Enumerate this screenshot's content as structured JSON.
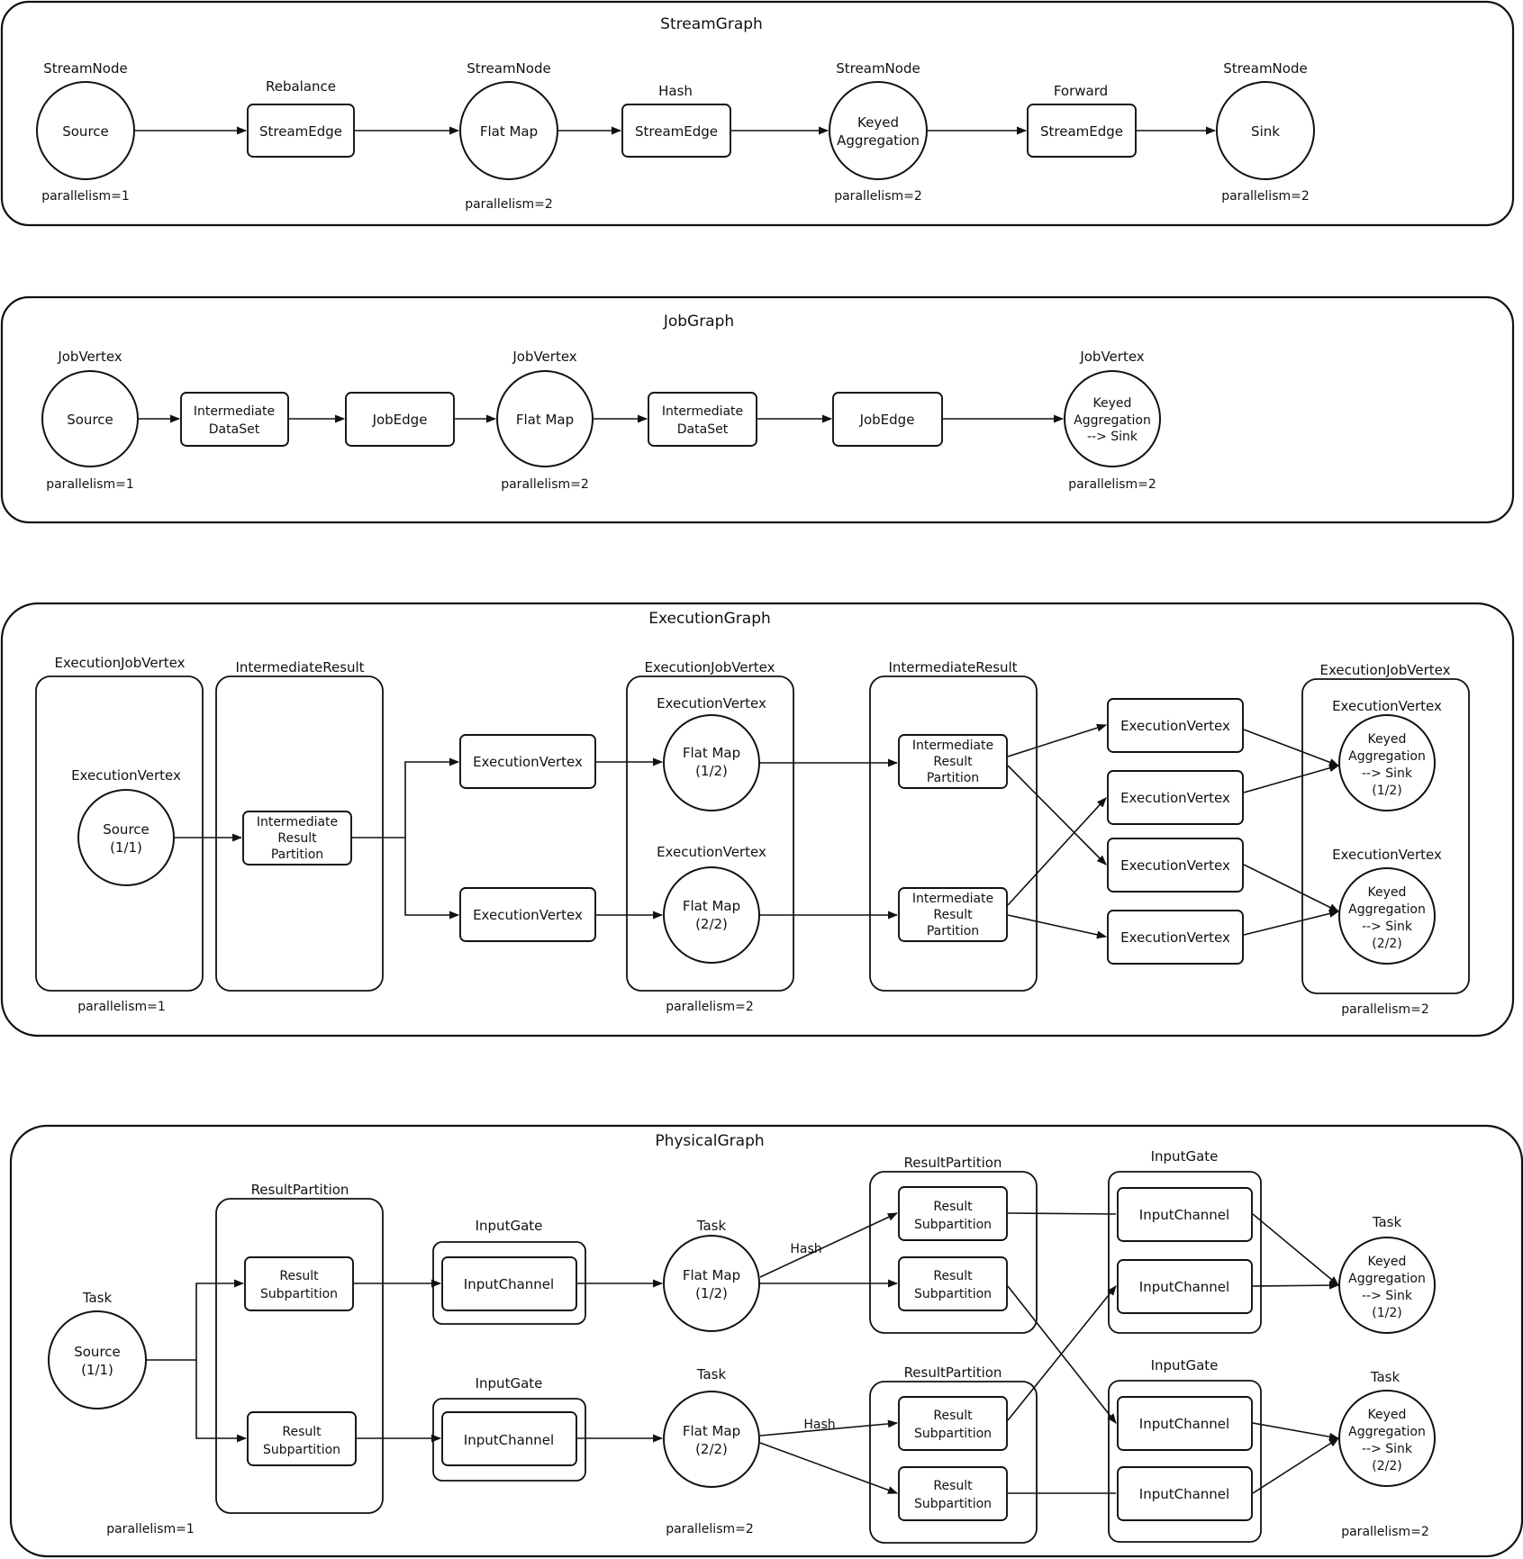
{
  "stream_graph": {
    "title": "StreamGraph",
    "stream_node": "StreamNode",
    "source": "Source",
    "flat_map": "Flat Map",
    "keyed": [
      "Keyed",
      "Aggregation"
    ],
    "sink": "Sink",
    "stream_edge": "StreamEdge",
    "rebalance": "Rebalance",
    "hash": "Hash",
    "forward": "Forward",
    "p_source": "parallelism=1",
    "p_flatmap": "parallelism=2",
    "p_keyed": "parallelism=2",
    "p_sink": "parallelism=2"
  },
  "job_graph": {
    "title": "JobGraph",
    "job_vertex": "JobVertex",
    "source": "Source",
    "flat_map": "Flat Map",
    "keyed": [
      "Keyed",
      "Aggregation",
      "--> Sink"
    ],
    "intermediate_dataset": [
      "Intermediate",
      "DataSet"
    ],
    "job_edge": "JobEdge",
    "p_source": "parallelism=1",
    "p_flatmap": "parallelism=2",
    "p_keyed": "parallelism=2"
  },
  "execution_graph": {
    "title": "ExecutionGraph",
    "execution_job_vertex": "ExecutionJobVertex",
    "intermediate_result": "IntermediateResult",
    "execution_vertex": "ExecutionVertex",
    "source": [
      "Source",
      "(1/1)"
    ],
    "irp": [
      "Intermediate",
      "Result",
      "Partition"
    ],
    "flat_map_1": [
      "Flat Map",
      "(1/2)"
    ],
    "flat_map_2": [
      "Flat Map",
      "(2/2)"
    ],
    "keyed_1": [
      "Keyed",
      "Aggregation",
      "--> Sink",
      "(1/2)"
    ],
    "keyed_2": [
      "Keyed",
      "Aggregation",
      "--> Sink",
      "(2/2)"
    ],
    "p_source": "parallelism=1",
    "p_flatmap": "parallelism=2",
    "p_keyed": "parallelism=2"
  },
  "physical_graph": {
    "title": "PhysicalGraph",
    "task": "Task",
    "result_partition": "ResultPartition",
    "input_gate": "InputGate",
    "input_channel": "InputChannel",
    "result_subpartition": [
      "Result",
      "Subpartition"
    ],
    "hash": "Hash",
    "source": [
      "Source",
      "(1/1)"
    ],
    "flat_map_1": [
      "Flat Map",
      "(1/2)"
    ],
    "flat_map_2": [
      "Flat Map",
      "(2/2)"
    ],
    "keyed_1": [
      "Keyed",
      "Aggregation",
      "--> Sink",
      "(1/2)"
    ],
    "keyed_2": [
      "Keyed",
      "Aggregation",
      "--> Sink",
      "(2/2)"
    ],
    "p_source": "parallelism=1",
    "p_flatmap": "parallelism=2",
    "p_keyed": "parallelism=2"
  }
}
